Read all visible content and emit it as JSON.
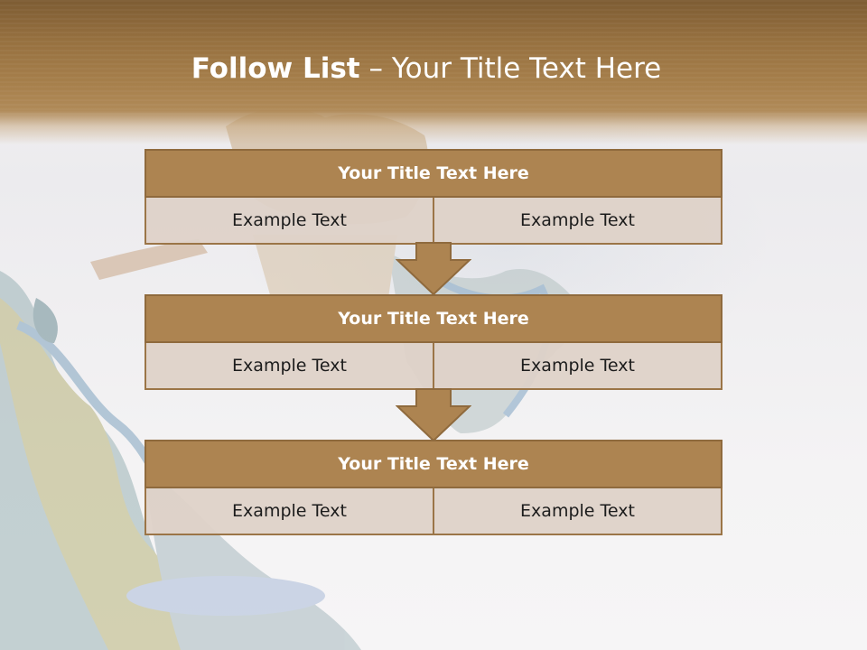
{
  "slide": {
    "title_bold": "Follow List",
    "title_rest": " – Your Title Text Here"
  },
  "blocks": [
    {
      "title": "Your Title Text Here",
      "left": "Example Text",
      "right": "Example Text"
    },
    {
      "title": "Your Title Text Here",
      "left": "Example Text",
      "right": "Example Text"
    },
    {
      "title": "Your Title Text Here",
      "left": "Example Text",
      "right": "Example Text"
    }
  ],
  "colors": {
    "header_brown": "#96703f",
    "box_fill": "#ad8451",
    "box_border": "#8f6a3d",
    "cell_fill": "#ded2c8"
  }
}
